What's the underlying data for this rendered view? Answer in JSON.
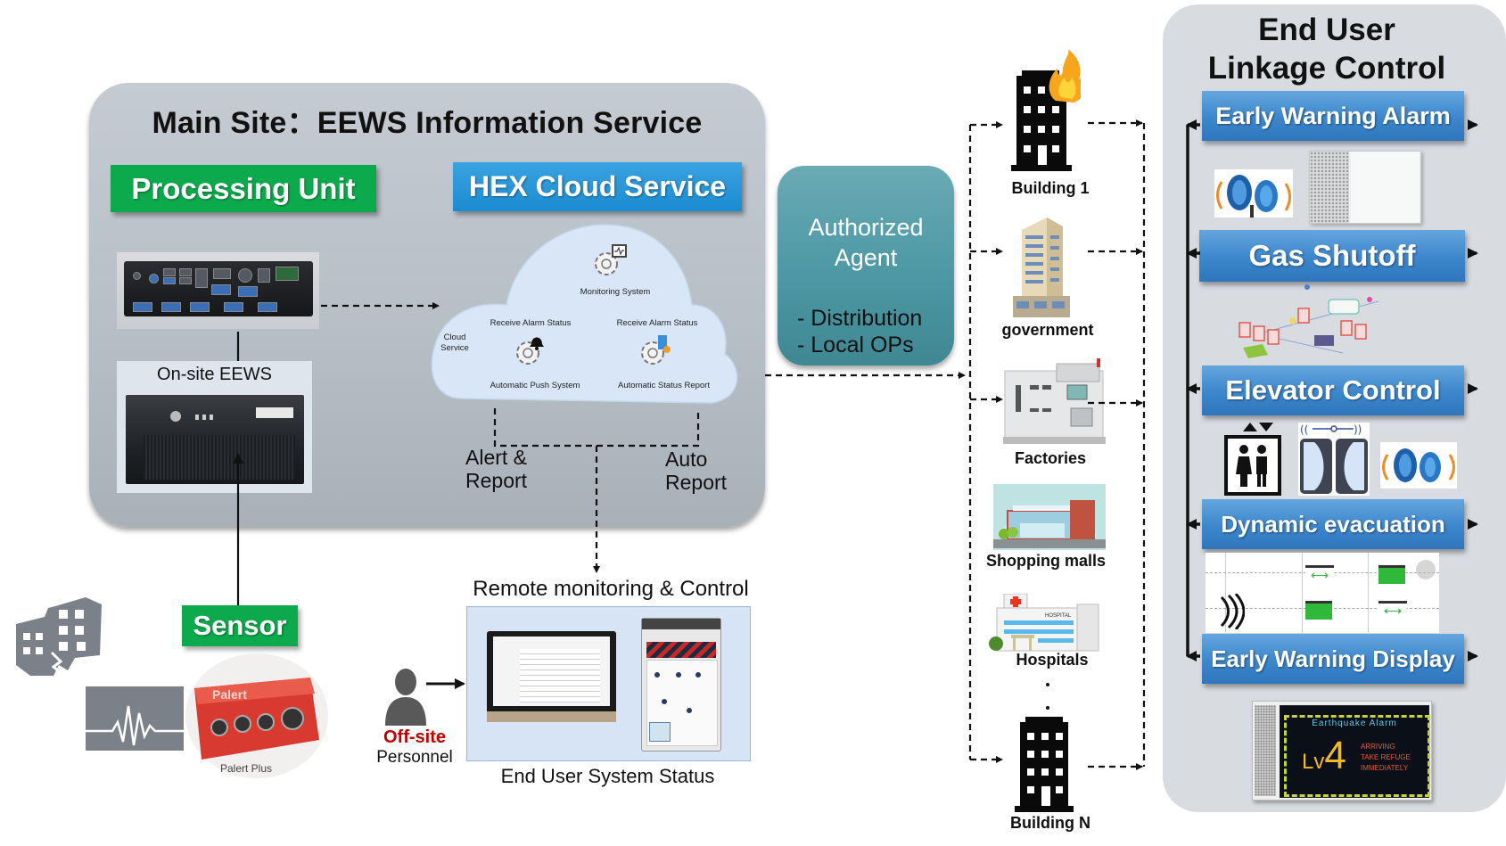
{
  "main_site": {
    "title": "Main Site：EEWS Information Service",
    "processing_unit_label": "Processing Unit",
    "cloud_service_label": "HEX Cloud Service",
    "onsite_label": "On-site EEWS",
    "cloud": {
      "cloud_service": [
        "Cloud",
        "Service"
      ],
      "monitoring_system": "Monitoring System",
      "receive_alarm_status_1": "Receive Alarm Status",
      "receive_alarm_status_2": "Receive Alarm Status",
      "automatic_push_system": "Automatic Push System",
      "automatic_status_report": "Automatic Status Report"
    },
    "alert_report": [
      "Alert &",
      "Report"
    ],
    "auto_report": [
      "Auto",
      "Report"
    ]
  },
  "sensor": {
    "label": "Sensor",
    "device_label": "Palert Plus"
  },
  "remote": {
    "title": "Remote monitoring & Control",
    "status_label": "End User System Status",
    "personnel_line1": "Off-site",
    "personnel_line2": "Personnel"
  },
  "agent": {
    "title_line1": "Authorized",
    "title_line2": "Agent",
    "items": [
      "- Distribution",
      "- Local OPs"
    ]
  },
  "buildings": [
    {
      "label": "Building 1",
      "icon": "building-on-fire-icon"
    },
    {
      "label": "government",
      "icon": "government-building-icon"
    },
    {
      "label": "Factories",
      "icon": "factory-icon"
    },
    {
      "label": "Shopping malls",
      "icon": "shopping-mall-icon"
    },
    {
      "label": "Hospitals",
      "icon": "hospital-icon"
    },
    {
      "label": "Building N",
      "icon": "building-icon"
    }
  ],
  "end_user": {
    "title_line1": "End User",
    "title_line2": "Linkage Control",
    "controls": [
      {
        "label": "Early Warning Alarm"
      },
      {
        "label": "Gas Shutoff"
      },
      {
        "label": "Elevator Control"
      },
      {
        "label": "Dynamic evacuation"
      },
      {
        "label": "Early Warning Display"
      }
    ],
    "display": {
      "header": "Earthquake Alarm",
      "level_prefix": "Lv",
      "level": "4",
      "message": [
        "ARRIVING",
        "TAKE REFUGE",
        "IMMEDIATELY"
      ]
    }
  },
  "colors": {
    "green_tag": "#0daa4d",
    "blue_tag": "#1b8bd2",
    "agent_teal": "#4c98a4",
    "control_blue": "#3c86cc",
    "alert_red": "#c00000"
  }
}
